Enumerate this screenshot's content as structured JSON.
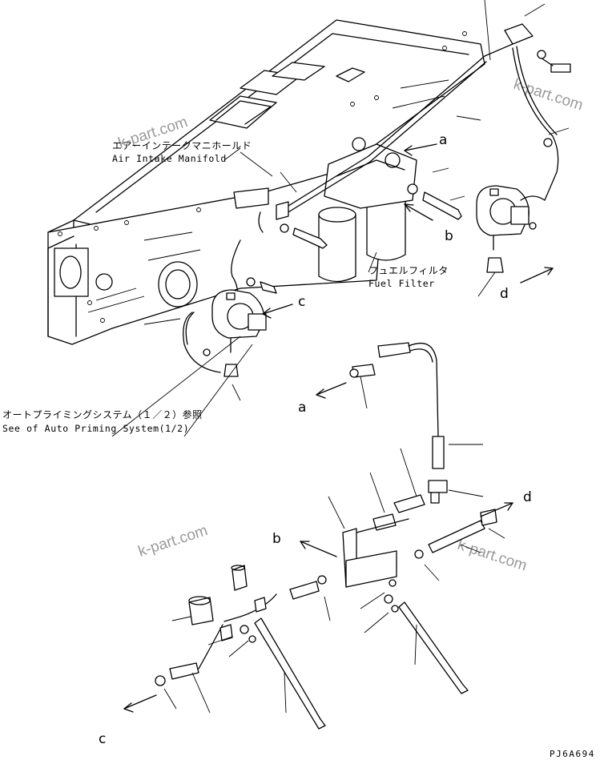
{
  "watermark": "k-part.com",
  "labels": {
    "air_intake_jp": "エアーインテークマニホールド",
    "air_intake_en": "Air Intake Manifold",
    "fuel_filter_jp": "フュエルフィルタ",
    "fuel_filter_en": "Fuel Filter",
    "auto_priming_jp": "オートプライミングシステム（１／２）参照",
    "auto_priming_en": "See of Auto Priming System(1/2)"
  },
  "refs": {
    "a": "a",
    "b": "b",
    "c": "c",
    "d": "d"
  },
  "drawing_code": "PJ6A694"
}
